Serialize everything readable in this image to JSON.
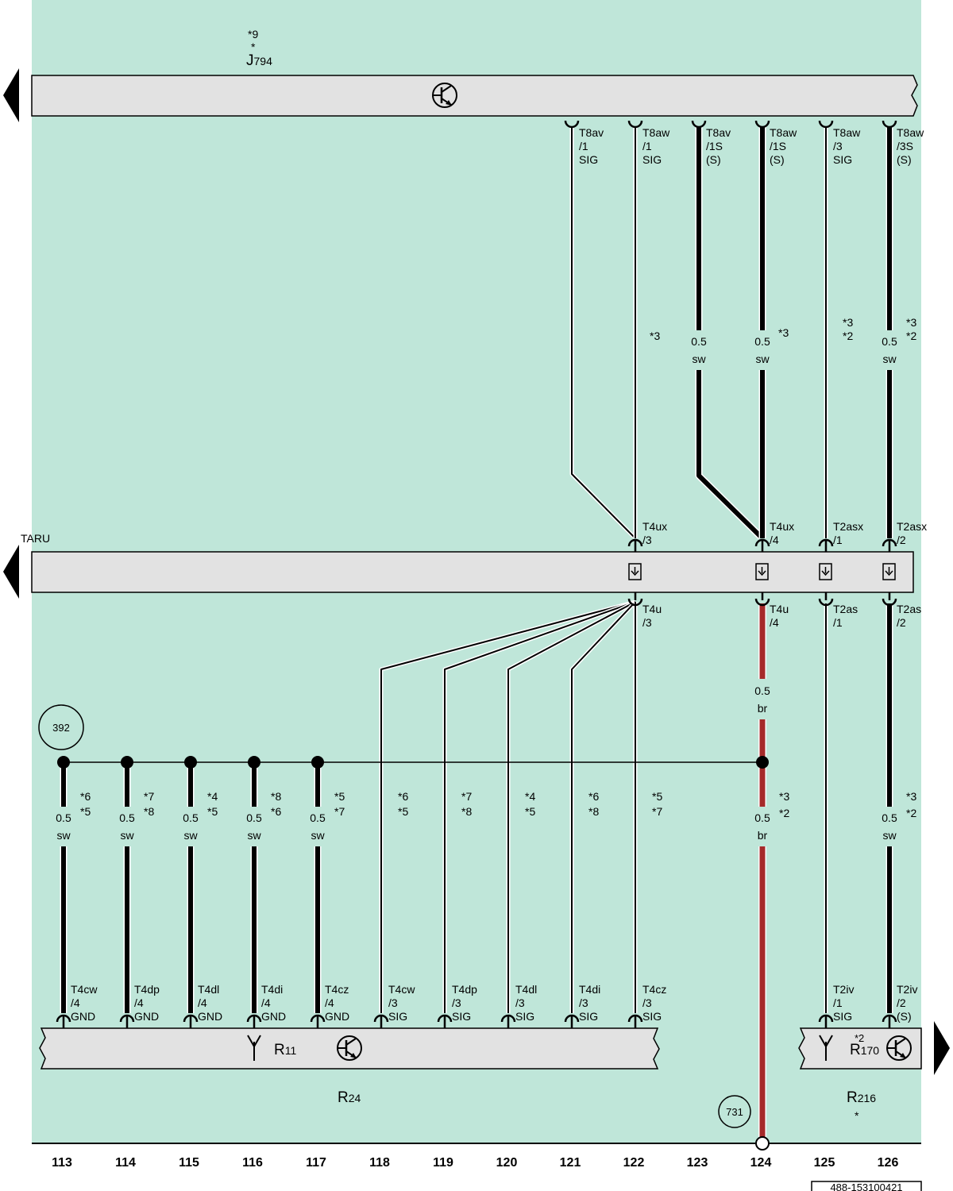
{
  "colors": {
    "background": "#bfe6d9",
    "box": "#e2e2e2",
    "wire_black": "#000000",
    "wire_brown": "#a52a2a"
  },
  "components": {
    "j794": {
      "note1": "*9",
      "note2": "*",
      "name": "J",
      "sub": "794"
    },
    "taru": {
      "name": "TARU"
    },
    "r11": {
      "name": "R",
      "sub": "11"
    },
    "r24": {
      "name": "R",
      "sub": "24"
    },
    "r170": {
      "name": "R",
      "sub": "170",
      "note": "*2"
    },
    "r216": {
      "name": "R",
      "sub": "216",
      "note": "*"
    }
  },
  "icons": {
    "transistor": "transistor-icon",
    "antenna": "antenna-icon",
    "shield": "shield-connector-icon",
    "arrow": "page-arrow-icon"
  },
  "top_pins": [
    {
      "l1": "T8av",
      "l2": "/1",
      "l3": "SIG"
    },
    {
      "l1": "T8aw",
      "l2": "/1",
      "l3": "SIG"
    },
    {
      "l1": "T8av",
      "l2": "/1S",
      "l3": "(S)"
    },
    {
      "l1": "T8aw",
      "l2": "/1S",
      "l3": "(S)"
    },
    {
      "l1": "T8aw",
      "l2": "/3",
      "l3": "SIG"
    },
    {
      "l1": "T8aw",
      "l2": "/3S",
      "l3": "(S)"
    }
  ],
  "taru_top_pins": [
    {
      "l1": "T4ux",
      "l2": "/3"
    },
    {
      "l1": "T4ux",
      "l2": "/4"
    },
    {
      "l1": "T2asx",
      "l2": "/1"
    },
    {
      "l1": "T2asx",
      "l2": "/2"
    }
  ],
  "taru_bottom_pins": [
    {
      "l1": "T4u",
      "l2": "/3"
    },
    {
      "l1": "T4u",
      "l2": "/4"
    },
    {
      "l1": "T2as",
      "l2": "/1"
    },
    {
      "l1": "T2as",
      "l2": "/2"
    }
  ],
  "upper_wire_labels": [
    {
      "n1": "*3",
      "n2": ""
    },
    {
      "gauge": "0.5",
      "color": "sw"
    },
    {
      "gauge": "0.5",
      "color": "sw",
      "n1": "*3"
    },
    {
      "n1": "*3",
      "n2": "*2"
    },
    {
      "gauge": "0.5",
      "color": "sw",
      "n1": "*3",
      "n2": "*2"
    }
  ],
  "lower_wire_labels": [
    {
      "gauge": "0.5",
      "color": "sw",
      "n1": "*6",
      "n2": "*5"
    },
    {
      "gauge": "0.5",
      "color": "sw",
      "n1": "*7",
      "n2": "*8"
    },
    {
      "gauge": "0.5",
      "color": "sw",
      "n1": "*4",
      "n2": "*5"
    },
    {
      "gauge": "0.5",
      "color": "sw",
      "n1": "*8",
      "n2": "*6"
    },
    {
      "gauge": "0.5",
      "color": "sw",
      "n1": "*5",
      "n2": "*7"
    },
    {
      "n1": "*6",
      "n2": "*5"
    },
    {
      "n1": "*7",
      "n2": "*8"
    },
    {
      "n1": "*4",
      "n2": "*5"
    },
    {
      "n1": "*6",
      "n2": "*8"
    },
    {
      "n1": "*5",
      "n2": "*7"
    },
    {
      "gauge": "0.5",
      "color": "br",
      "n1": "*3",
      "n2": "*2"
    },
    {
      "gauge": "0.5",
      "color": "sw",
      "n1": "*3",
      "n2": "*2"
    }
  ],
  "brown_mid_label": {
    "gauge": "0.5",
    "color": "br"
  },
  "bottom_pins": [
    {
      "l1": "T4cw",
      "l2": "/4",
      "l3": "GND"
    },
    {
      "l1": "T4dp",
      "l2": "/4",
      "l3": "GND"
    },
    {
      "l1": "T4dl",
      "l2": "/4",
      "l3": "GND"
    },
    {
      "l1": "T4di",
      "l2": "/4",
      "l3": "GND"
    },
    {
      "l1": "T4cz",
      "l2": "/4",
      "l3": "GND"
    },
    {
      "l1": "T4cw",
      "l2": "/3",
      "l3": "SIG"
    },
    {
      "l1": "T4dp",
      "l2": "/3",
      "l3": "SIG"
    },
    {
      "l1": "T4dl",
      "l2": "/3",
      "l3": "SIG"
    },
    {
      "l1": "T4di",
      "l2": "/3",
      "l3": "SIG"
    },
    {
      "l1": "T4cz",
      "l2": "/3",
      "l3": "SIG"
    },
    {
      "l1": "T2iv",
      "l2": "/1",
      "l3": "SIG"
    },
    {
      "l1": "T2iv",
      "l2": "/2",
      "l3": "(S)"
    }
  ],
  "refs": {
    "ground_point": "392",
    "brown_target": "731"
  },
  "columns": [
    "113",
    "114",
    "115",
    "116",
    "117",
    "118",
    "119",
    "120",
    "121",
    "122",
    "123",
    "124",
    "125",
    "126"
  ],
  "drawing_id": "488-153100421"
}
